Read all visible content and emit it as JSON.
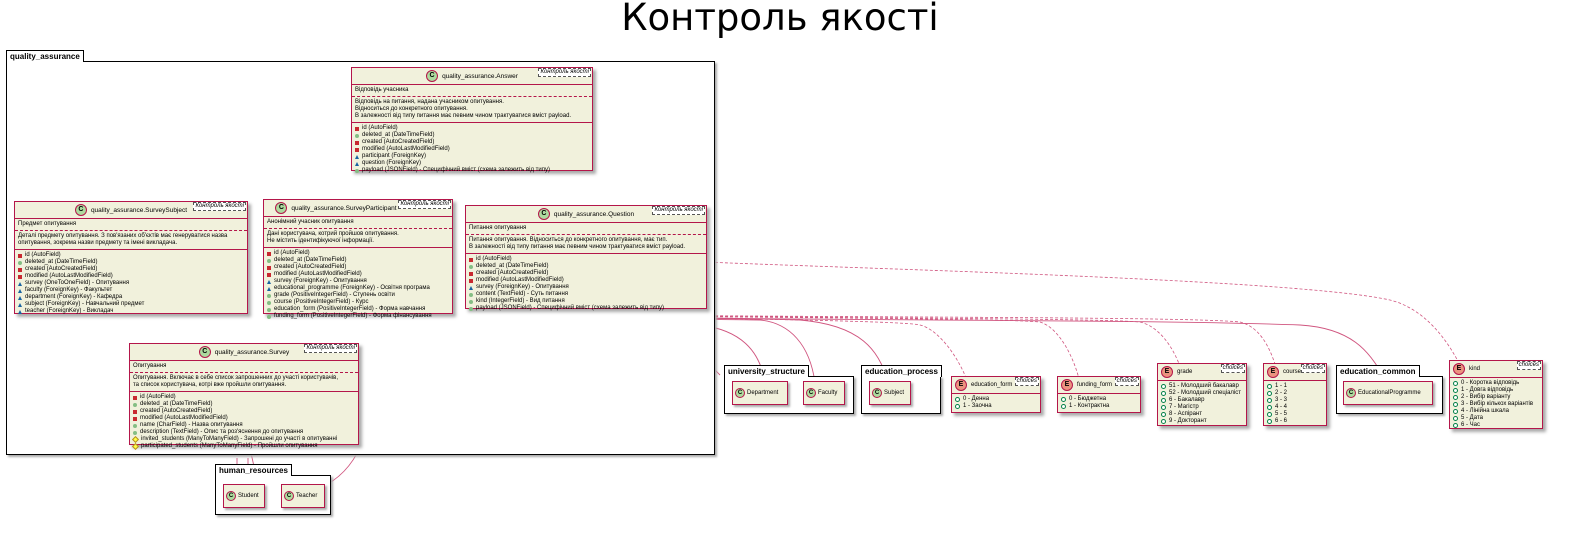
{
  "title": "Контроль якості",
  "packages": {
    "qa": "quality_assurance",
    "hr": "human_resources",
    "us": "university_structure",
    "ep": "education_process",
    "ec": "education_common"
  },
  "stereotype": "Контроль якості",
  "choices_label": "choices",
  "classes": {
    "answer": {
      "name": "quality_assurance.Answer",
      "verbose": "Відповідь учасника",
      "doc": [
        "Відповідь на питання, надана учасником опитування.",
        "Відноситься до конкретного опитування.",
        "В залежності від типу питання має певним чином трактуватися вміст payload."
      ],
      "fields": [
        "id (AutoField)",
        "deleted_at (DateTimeField)",
        "created (AutoCreatedField)",
        "modified (AutoLastModifiedField)",
        "participant (ForeignKey)",
        "question (ForeignKey)",
        "payload (JSONField) - Специфічний вміст (схема залежить від типу)"
      ]
    },
    "subject": {
      "name": "quality_assurance.SurveySubject",
      "verbose": "Предмет опитування",
      "doc": [
        "Деталі предмету опитування. З пов'язаних об'єктів має генеруватися назва",
        "опитування, зокрема назви предмету та імені викладача."
      ],
      "fields": [
        "id (AutoField)",
        "deleted_at (DateTimeField)",
        "created (AutoCreatedField)",
        "modified (AutoLastModifiedField)",
        "survey (OneToOneField) - Опитування",
        "faculty (ForeignKey) - Факультет",
        "department (ForeignKey) - Кафедра",
        "subject (ForeignKey) - Навчальний предмет",
        "teacher (ForeignKey) - Викладач"
      ]
    },
    "participant": {
      "name": "quality_assurance.SurveyParticipant",
      "verbose": "Анонімний учасник опитування",
      "doc": [
        "Дані користувача, котрий пройшов опитування.",
        "Не містить ідентифікуючої інформації."
      ],
      "fields": [
        "id (AutoField)",
        "deleted_at (DateTimeField)",
        "created (AutoCreatedField)",
        "modified (AutoLastModifiedField)",
        "survey (ForeignKey) - Опитування",
        "educational_programme (ForeignKey) - Освітня програма",
        "grade (PositiveIntegerField) - Ступень освіти",
        "course (PositiveIntegerField) - Курс",
        "education_form (PositiveIntegerField) - Форма навчання",
        "funding_form (PositiveIntegerField) - Форма фінансування"
      ]
    },
    "question": {
      "name": "quality_assurance.Question",
      "verbose": "Питання опитування",
      "doc": [
        "Питання опитування. Відноситься до конкретного опитування, має тип.",
        "В залежності від типу питання має певним чином трактуватися вміст payload."
      ],
      "fields": [
        "id (AutoField)",
        "deleted_at (DateTimeField)",
        "created (AutoCreatedField)",
        "modified (AutoLastModifiedField)",
        "survey (ForeignKey) - Опитування",
        "content (TextField) - Суть питання",
        "kind (IntegerField) - Вид питання",
        "payload (JSONField) - Специфічний вміст (схема залежить від типу)"
      ]
    },
    "survey": {
      "name": "quality_assurance.Survey",
      "verbose": "Опитування",
      "doc": [
        "Опитування. Включає в себе список запрошенних до участі користувачів,",
        "та список користувача, котрі вже пройшли опитування."
      ],
      "fields": [
        "id (AutoField)",
        "deleted_at (DateTimeField)",
        "created (AutoCreatedField)",
        "modified (AutoLastModifiedField)",
        "name (CharField) - Назва опитування",
        "description (TextField) - Опис та роз'яснення до опитування",
        "invited_students (ManyToManyField) - Запрошені до участі в опитуванні",
        "participated_students (ManyToManyField) - Пройшли опитування"
      ]
    }
  },
  "externals": {
    "department": "Department",
    "faculty": "Faculty",
    "subj": "Subject",
    "student": "Student",
    "teacher": "Teacher",
    "edprog": "EducationalProgramme"
  },
  "enums": {
    "education_form": {
      "name": "education_form",
      "values": [
        "0 - Денна",
        "1 - Заочна"
      ]
    },
    "funding_form": {
      "name": "funding_form",
      "values": [
        "0 - Бюджетна",
        "1 - Контрактна"
      ]
    },
    "grade": {
      "name": "grade",
      "values": [
        "51 - Молодший бакалавр",
        "52 - Молодший спеціаліст",
        "6 - Бакалавр",
        "7 - Магістр",
        "8 - Аспірант",
        "9 - Докторант"
      ]
    },
    "course": {
      "name": "course",
      "values": [
        "1 - 1",
        "2 - 2",
        "3 - 3",
        "4 - 4",
        "5 - 5",
        "6 - 6"
      ]
    },
    "kind": {
      "name": "kind",
      "values": [
        "0 - Коротка відповідь",
        "1 - Довга відповідь",
        "2 - Вибір варіанту",
        "3 - Вибір кількох варіантів",
        "4 - Лінійна шкала",
        "5 - Дата",
        "6 - Час"
      ]
    }
  },
  "colors": {
    "border": "#b4164a",
    "fill": "#f1f1dc",
    "class_badge": "#adda9e",
    "enum_badge": "#eb937f"
  }
}
